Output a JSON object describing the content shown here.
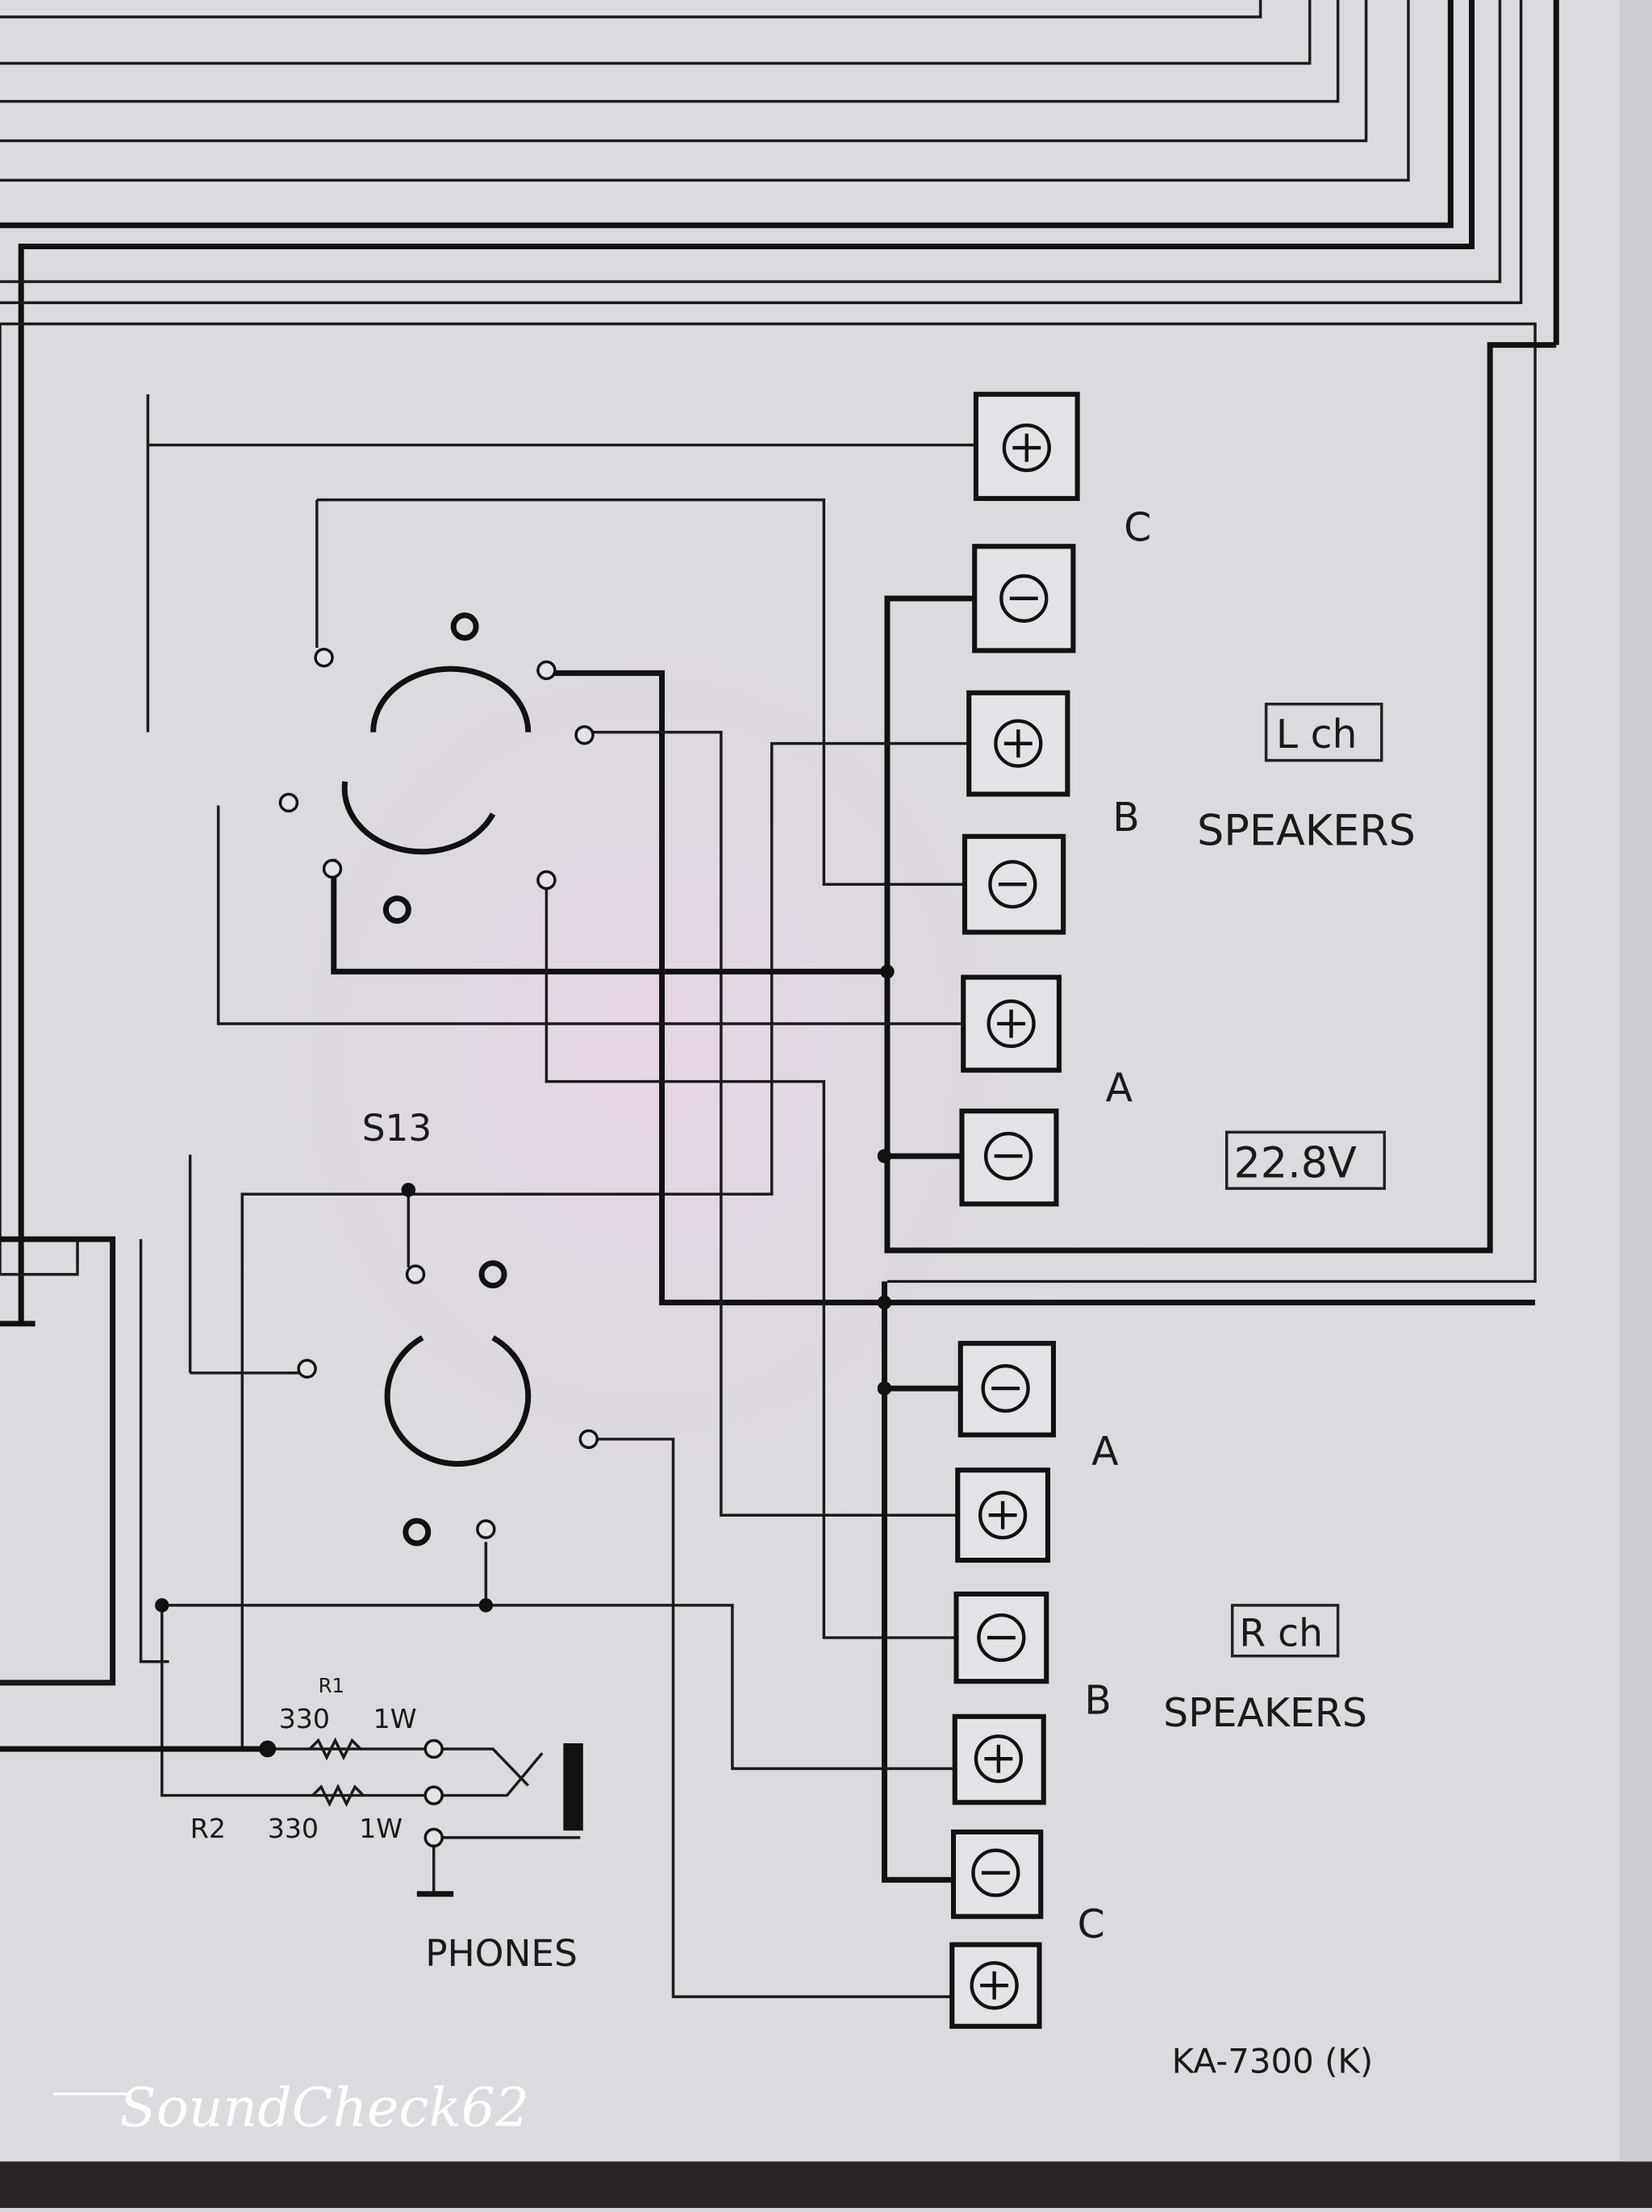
{
  "diagram": {
    "model": "KA-7300 (K)",
    "switch_label": "S13",
    "left_channel": {
      "channel_label": "L ch",
      "group_label": "SPEAKERS",
      "voltage_label": "22.8V",
      "terminals": [
        {
          "group": "C",
          "polarity": "+"
        },
        {
          "group": "C",
          "polarity": "-"
        },
        {
          "group": "B",
          "polarity": "+"
        },
        {
          "group": "B",
          "polarity": "-"
        },
        {
          "group": "A",
          "polarity": "+"
        },
        {
          "group": "A",
          "polarity": "-"
        }
      ],
      "group_letters": [
        "C",
        "B",
        "A"
      ]
    },
    "right_channel": {
      "channel_label": "R ch",
      "group_label": "SPEAKERS",
      "terminals": [
        {
          "group": "A",
          "polarity": "-"
        },
        {
          "group": "A",
          "polarity": "+"
        },
        {
          "group": "B",
          "polarity": "-"
        },
        {
          "group": "B",
          "polarity": "+"
        },
        {
          "group": "C",
          "polarity": "-"
        },
        {
          "group": "C",
          "polarity": "+"
        }
      ],
      "group_letters": [
        "A",
        "B",
        "C"
      ]
    },
    "resistors": [
      {
        "name": "R1",
        "value": "330",
        "rating": "1W"
      },
      {
        "name": "R2",
        "value": "330",
        "rating": "1W"
      }
    ],
    "phones_label": "PHONES",
    "watermark": "SoundCheck62"
  }
}
